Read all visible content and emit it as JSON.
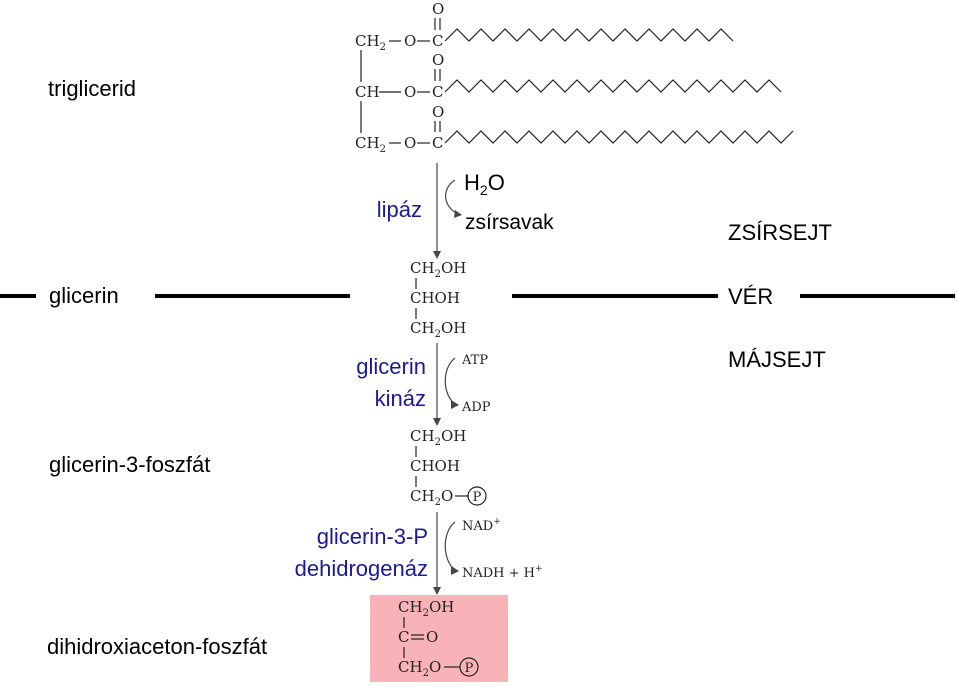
{
  "labels": {
    "triglyceride": "triglicerid",
    "glycerol": "glicerin",
    "glycerol_3_phosphate": "glicerin-3-foszfát",
    "dhap": "dihidroxiaceton-foszfát"
  },
  "compartments": {
    "adipocyte": "ZSÍRSEJT",
    "blood": "VÉR",
    "liver_cell": "MÁJSEJT"
  },
  "enzymes": {
    "lipase": "lipáz",
    "glycerol_kinase_line1": "glicerin",
    "glycerol_kinase_line2": "kináz",
    "g3p_dehydrogenase_line1": "glicerin-3-P",
    "g3p_dehydrogenase_line2": "dehidrogenáz"
  },
  "cosubstrates": {
    "water_base": "H",
    "water_sub": "2",
    "water_tail": "O",
    "fatty_acids": "zsírsavak",
    "atp": "ATP",
    "adp": "ADP",
    "nad": "NAD",
    "nad_sup": "+",
    "nadh": "NADH + H",
    "nadh_sup": "+"
  },
  "structures": {
    "triglyceride": {
      "row1": {
        "base": "CH",
        "sub": "2",
        "o": "O",
        "c": "C",
        "carbonyl_o": "O"
      },
      "row2": {
        "base": "CH",
        "o": "O",
        "c": "C",
        "carbonyl_o": "O"
      },
      "row3": {
        "base": "CH",
        "sub": "2",
        "o": "O",
        "c": "C",
        "carbonyl_o": "O"
      }
    },
    "glycerol": {
      "row1": {
        "base": "CH",
        "sub": "2",
        "tail": "OH"
      },
      "row2": {
        "text": "CHOH"
      },
      "row3": {
        "base": "CH",
        "sub": "2",
        "tail": "OH"
      }
    },
    "glycerol_3_phosphate": {
      "row1": {
        "base": "CH",
        "sub": "2",
        "tail": "OH"
      },
      "row2": {
        "text": "CHOH"
      },
      "row3": {
        "base": "CH",
        "sub": "2",
        "tail": "O",
        "phosphate": "P"
      }
    },
    "dhap": {
      "row1": {
        "base": "CH",
        "sub": "2",
        "tail": "OH"
      },
      "row2": {
        "c": "C",
        "o": "O"
      },
      "row3": {
        "base": "CH",
        "sub": "2",
        "tail": "O",
        "phosphate": "P"
      }
    }
  },
  "colors": {
    "enzyme_text": "#1a1a99",
    "highlight": "#f7b3b8",
    "line": "#000000",
    "structure": "#222222"
  }
}
